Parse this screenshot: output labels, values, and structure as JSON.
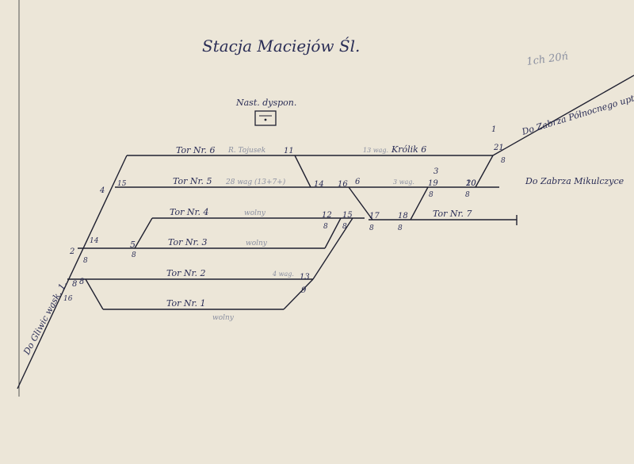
{
  "title": "Stacja Maciejów Śl.",
  "pencil_note": "1ch 20ń",
  "dispatcher_label": "Nast. dyspon.",
  "directions": {
    "north": "Do Zabrza Północnego upt.",
    "mikulczyce": "Do Zabrza Mikulczyce",
    "gliwice": "Do Gliwic wąsk. 1."
  },
  "tracks": [
    {
      "label": "Tor Nr. 6",
      "note": "R. Tojusek",
      "note2": "13 wag."
    },
    {
      "label": "Tor Nr. 5",
      "note": "28 wag (13+7+)",
      "note2": "3 wag."
    },
    {
      "label": "Tor Nr. 4",
      "note": "wolny"
    },
    {
      "label": "Tor Nr. 3",
      "note": "wolny"
    },
    {
      "label": "Tor Nr. 2",
      "note": "4 wag."
    },
    {
      "label": "Tor Nr. 1",
      "note": "wolny"
    },
    {
      "label": "Tor Nr. 7",
      "note": ""
    }
  ],
  "krolik_label": "Królik 6",
  "switch_numbers": [
    "1",
    "2",
    "3",
    "4",
    "5",
    "6",
    "8",
    "8",
    "9",
    "10",
    "11",
    "12",
    "13",
    "14",
    "14",
    "15",
    "15",
    "16",
    "16",
    "17",
    "18",
    "19",
    "20",
    "21",
    "8",
    "8",
    "8",
    "8",
    "8",
    "8",
    "8",
    "8",
    "8"
  ],
  "colors": {
    "ink": "#2a2d56",
    "pencil": "#8a8fa0",
    "paper": "#ece6d8"
  }
}
